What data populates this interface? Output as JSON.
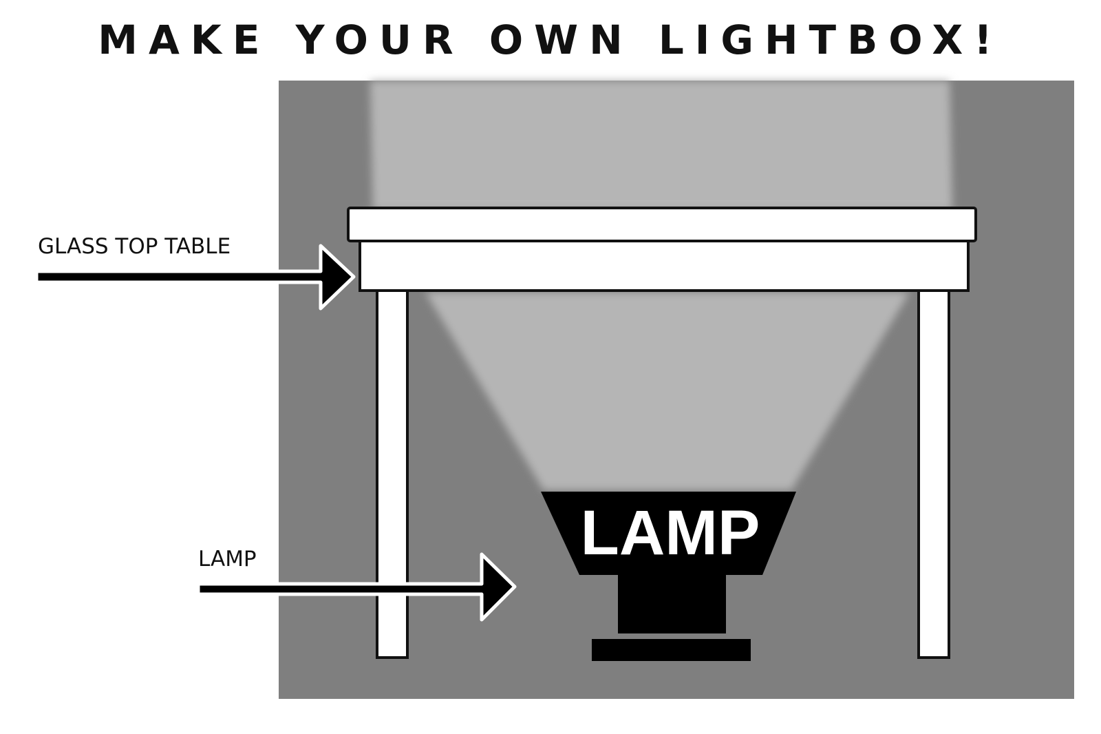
{
  "title": "MAKE YOUR OWN LIGHTBOX!",
  "labels": {
    "table": "GLASS TOP TABLE",
    "lamp_callout": "LAMP",
    "lamp_body": "LAMP"
  },
  "colors": {
    "background_box": "#7f7f7f",
    "light_beam": "#b5b5b5",
    "table": "#ffffff",
    "outline": "#111111",
    "lamp": "#000000",
    "arrow": "#000000"
  }
}
